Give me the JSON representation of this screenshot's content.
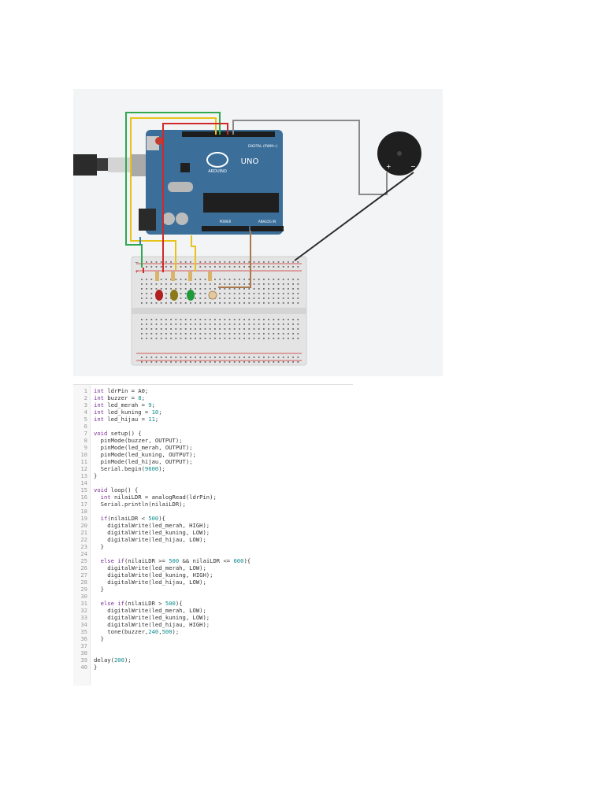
{
  "board": {
    "brand": "ARDUINO",
    "model": "UNO",
    "digital_label": "DIGITAL (PWM~)",
    "power_label": "POWER",
    "analog_label": "ANALOG IN"
  },
  "breadboard": {
    "plus_sign": "+",
    "minus_sign": "−"
  },
  "buzzer": {
    "plus": "+",
    "minus": "−"
  },
  "code": {
    "line_numbers": [
      "1",
      "2",
      "3",
      "4",
      "5",
      "6",
      "7",
      "8",
      "9",
      "10",
      "11",
      "12",
      "13",
      "14",
      "15",
      "16",
      "17",
      "18",
      "19",
      "20",
      "21",
      "22",
      "23",
      "24",
      "25",
      "26",
      "27",
      "28",
      "29",
      "30",
      "31",
      "32",
      "33",
      "34",
      "35",
      "36",
      "37",
      "38",
      "39",
      "40"
    ],
    "lines": [
      "int ldrPin = A0;",
      "int buzzer = 8;",
      "int led_merah = 9;",
      "int led_kuning = 10;",
      "int led_hijau = 11;",
      "",
      "void setup() {",
      "  pinMode(buzzer, OUTPUT);",
      "  pinMode(led_merah, OUTPUT);",
      "  pinMode(led_kuning, OUTPUT);",
      "  pinMode(led_hijau, OUTPUT);",
      "  Serial.begin(9600);",
      "}",
      "",
      "void loop() {",
      "  int nilaiLDR = analogRead(ldrPin);",
      "  Serial.println(nilaiLDR);",
      "",
      "  if(nilaiLDR < 500){",
      "    digitalWrite(led_merah, HIGH);",
      "    digitalWrite(led_kuning, LOW);",
      "    digitalWrite(led_hijau, LOW);",
      "  }",
      "",
      "  else if(nilaiLDR >= 500 && nilaiLDR <= 600){",
      "    digitalWrite(led_merah, LOW);",
      "    digitalWrite(led_kuning, HIGH);",
      "    digitalWrite(led_hijau, LOW);",
      "  }",
      "",
      "  else if(nilaiLDR > 500){",
      "    digitalWrite(led_merah, LOW);",
      "    digitalWrite(led_kuning, LOW);",
      "    digitalWrite(led_hijau, HIGH);",
      "    tone(buzzer,240,500);",
      "  }",
      "",
      "",
      "delay(200);",
      "}"
    ]
  },
  "colors": {
    "board": "#3b6f9a",
    "wire_green": "#2fa84f",
    "wire_yellow": "#e8c21a",
    "wire_red": "#cf2a2a",
    "wire_blue": "#2e7fc1",
    "wire_gray": "#8a8a8a",
    "wire_brown": "#a9784d",
    "keyword": "#7b2f98",
    "number": "#0f8a8a"
  }
}
